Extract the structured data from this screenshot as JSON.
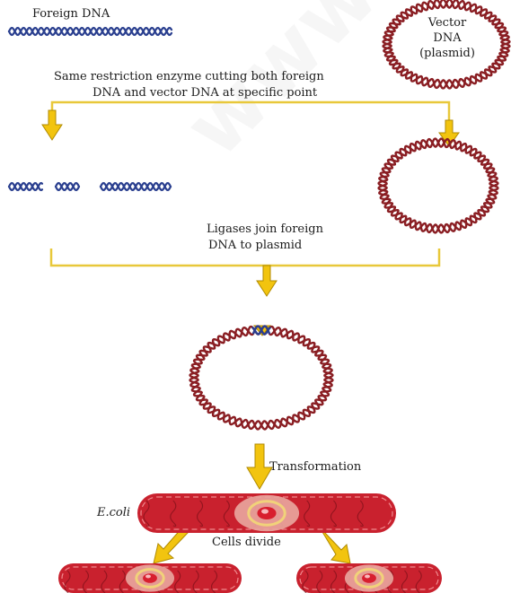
{
  "labels": {
    "foreign_dna": "Foreign DNA",
    "vector_line1": "Vector",
    "vector_line2": "DNA",
    "vector_line3": "(plasmid)",
    "restriction_line1": "Same restriction enzyme cutting both foreign",
    "restriction_line2": "DNA and vector DNA at specific point",
    "ligase_line1": "Ligases join foreign",
    "ligase_line2": "DNA to plasmid",
    "transformation": "Transformation",
    "ecoli": "E.coli",
    "cells_divide": "Cells divide"
  },
  "watermark": "www.c",
  "colors": {
    "foreign_dna": "#2a3f8f",
    "plasmid": "#8a1e23",
    "arrow_fill": "#f2c40f",
    "arrow_stroke": "#b08a00",
    "bracket": "#e8c83a",
    "cell_body": "#c9212e",
    "cell_inner": "#e9a7a0",
    "nucleus_ring": "#f1d27a"
  }
}
